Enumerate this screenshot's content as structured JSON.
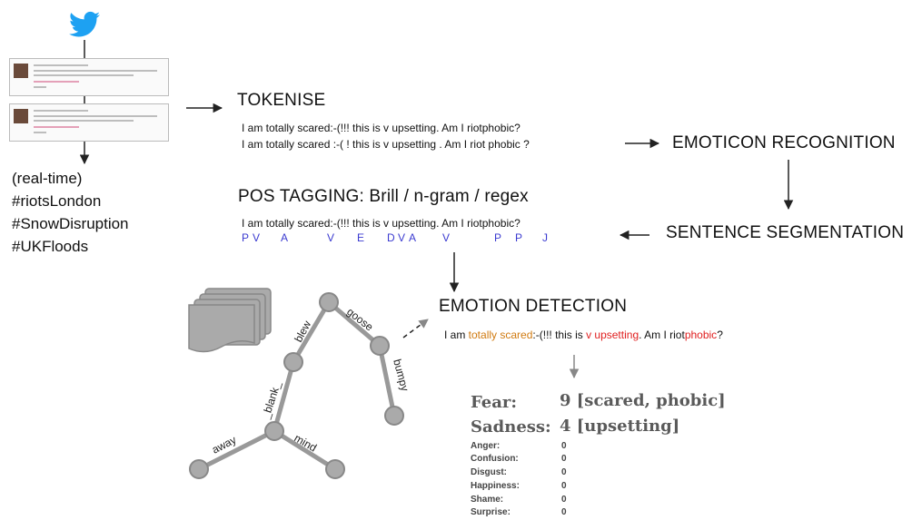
{
  "icons": {
    "twitter": "twitter-bird-icon",
    "stack": "document-stack-icon"
  },
  "colors": {
    "twitter": "#1da1f2",
    "pos_tags": "#3a3ad0",
    "highlight_orange": "#d07a10",
    "highlight_red": "#e02020",
    "tree": "#999999"
  },
  "tweets": [
    {},
    {}
  ],
  "source": {
    "realtime": "(real-time)",
    "hashtags": [
      "#riotsLondon",
      "#SnowDisruption",
      "#UKFloods"
    ]
  },
  "steps": {
    "tokenise": "TOKENISE",
    "emoticon": "EMOTICON  RECOGNITION",
    "segmentation": "SENTENCE  SEGMENTATION",
    "pos": "POS TAGGING:  Brill / n-gram  / regex",
    "emotion": "EMOTION  DETECTION"
  },
  "tokenise_lines": [
    "I am totally scared:-(!!! this is v upsetting. Am I riotphobic?",
    "I am totally scared :-( ! this is v upsetting . Am I riot phobic ?"
  ],
  "pos_sentence": "I am totally scared:-(!!! this is v upsetting. Am I riotphobic?",
  "pos_tags": [
    "P",
    "V",
    "A",
    "V",
    "E",
    "D",
    "V",
    "A",
    "V",
    "P",
    "P",
    "J"
  ],
  "emotion_sentence": {
    "p1": "I am ",
    "h1": "totally",
    "s1": " ",
    "h2": "scared",
    "p2": ":-(!!! this is ",
    "h3": "v upsetting",
    "p3": ". Am I riot",
    "h4": "phobic",
    "p4": "?"
  },
  "tree_words": [
    "blew",
    "goose",
    "_blank_",
    "bumpy",
    "away",
    "mind"
  ],
  "scores": [
    {
      "name": "Fear:",
      "value": "9 [scared, phobic]"
    },
    {
      "name": "Sadness:",
      "value": "4 [upsetting]"
    }
  ],
  "categories": [
    {
      "name": "Anger:",
      "value": "0"
    },
    {
      "name": "Confusion:",
      "value": "0"
    },
    {
      "name": "Disgust:",
      "value": "0"
    },
    {
      "name": "Happiness:",
      "value": "0"
    },
    {
      "name": "Shame:",
      "value": "0"
    },
    {
      "name": "Surprise:",
      "value": "0"
    }
  ]
}
